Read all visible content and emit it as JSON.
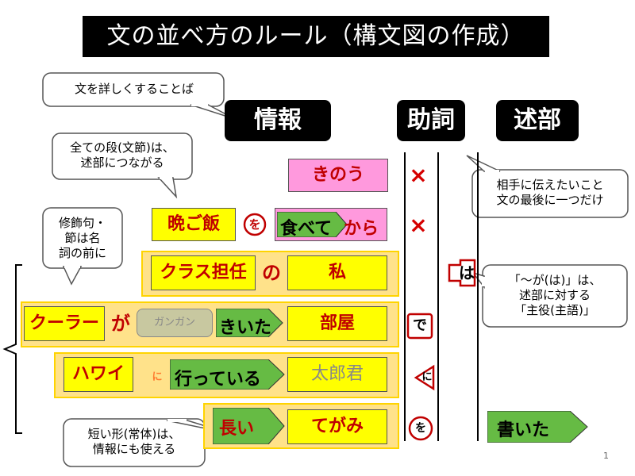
{
  "title": "文の並べ方のルール（構文図の作成）",
  "headers": {
    "info": "情報",
    "particle": "助詞",
    "predicate": "述部"
  },
  "callouts": {
    "detail": "文を詳しくすることば",
    "all_segments_1": "全ての段(文節)は、",
    "all_segments_2": "述部につながる",
    "modifier_1": "修飾句・",
    "modifier_2": "節は名",
    "modifier_3": "詞の前に",
    "last_1": "相手に伝えたいこと",
    "last_2": "文の最後に一つだけ",
    "subject_1": "「～が(は)」は、",
    "subject_2": "述部に対する",
    "subject_3": "「主役(主語)」",
    "short_1": "短い形(常体)は、",
    "short_2": "情報にも使える"
  },
  "rows": {
    "r1": {
      "noun": "きのう",
      "mark": "×"
    },
    "r2": {
      "noun": "晩ご飯",
      "particle": "を",
      "verb": "食べて",
      "suffix": "から",
      "mark": "×"
    },
    "r3": {
      "noun": "クラス担任",
      "particle": "の",
      "noun2": "私",
      "topic": "は"
    },
    "r4": {
      "noun": "クーラー",
      "particle": "が",
      "adverb": "ガンガン",
      "verb": "きいた",
      "noun2": "部屋",
      "mark": "で"
    },
    "r5": {
      "noun": "ハワイ",
      "particle": "に",
      "verb": "行っている",
      "noun2": "太郎君",
      "mark": "に"
    },
    "r6": {
      "adj": "長い",
      "noun2": "てがみ",
      "mark": "を",
      "predicate": "書いた"
    }
  },
  "page_number": "1",
  "colors": {
    "yellow": "#ffff00",
    "pink": "#ff99dd",
    "green": "#66bb44",
    "red": "#c00000",
    "row_bg": "#ffe28a"
  }
}
